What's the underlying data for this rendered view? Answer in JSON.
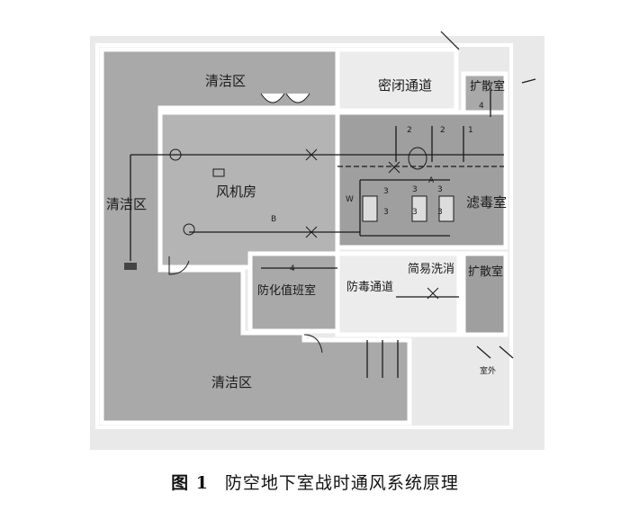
{
  "caption": {
    "number": "图 1",
    "title": "防空地下室战时通风系统原理"
  },
  "rooms": {
    "clean_top": "清洁区",
    "clean_left": "清洁区",
    "clean_bottom": "清洁区",
    "fan_room": "风机房",
    "closed_passage": "密闭通道",
    "expansion_top": "扩散室",
    "filter_room": "滤毒室",
    "duty_room": "防化值班室",
    "gas_passage": "防毒通道",
    "shower": "简易洗消",
    "expansion_bottom": "扩散室"
  },
  "labels": {
    "valve_4_top": "4",
    "valve_4_duty": "4",
    "point_a": "A",
    "point_b": "B",
    "w_label": "W",
    "v2a": "2",
    "v2b": "2",
    "v1": "1",
    "f3a": "3",
    "f3b": "3",
    "f3c": "3",
    "f3d": "3",
    "f3e": "3",
    "f3f": "3",
    "outdoor": "室外"
  },
  "colors": {
    "dark_fill": "#a9a9a9",
    "light_fill": "#ececec",
    "mid_fill": "#bdbdbd",
    "wall": "#ffffff",
    "line": "#1a1a1a"
  }
}
